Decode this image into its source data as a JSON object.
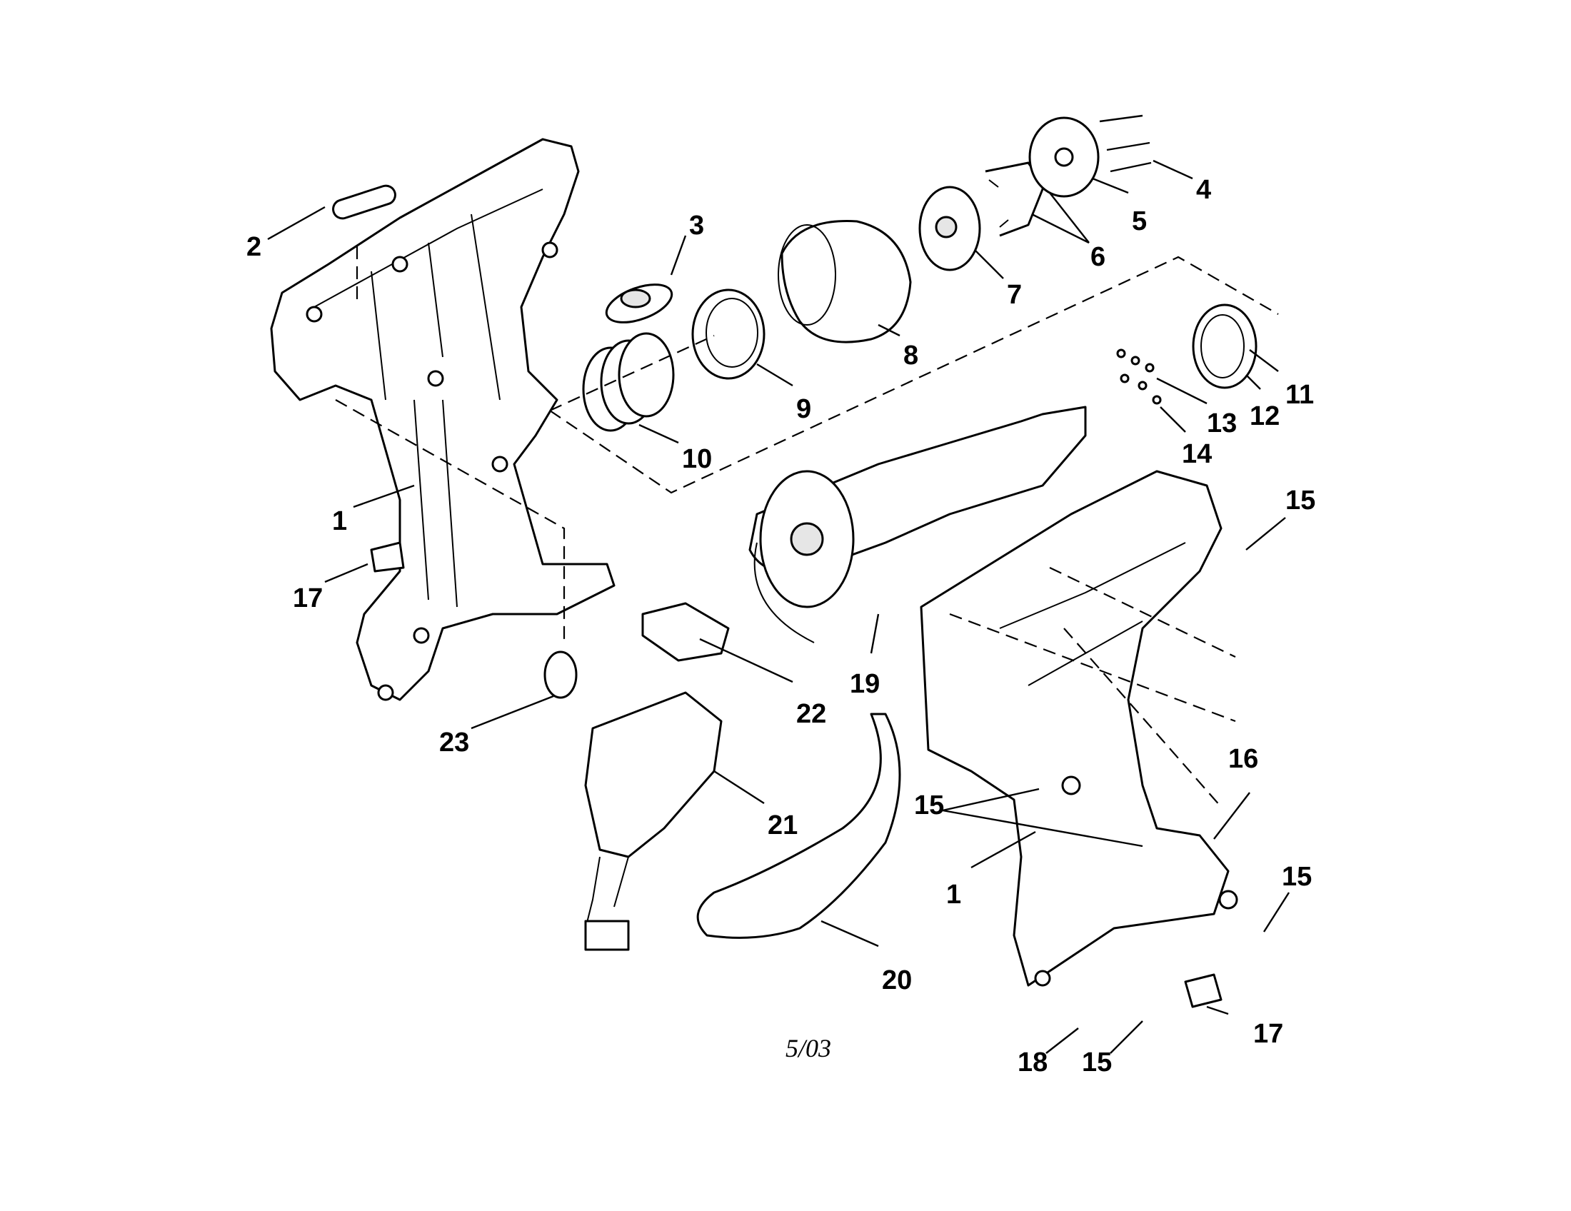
{
  "callouts": {
    "c1a": "1",
    "c1b": "1",
    "c2": "2",
    "c3": "3",
    "c4": "4",
    "c5": "5",
    "c6": "6",
    "c7": "7",
    "c8": "8",
    "c9": "9",
    "c10": "10",
    "c11": "11",
    "c12": "12",
    "c13": "13",
    "c14": "14",
    "c15a": "15",
    "c15b": "15",
    "c15c": "15",
    "c15d": "15",
    "c16": "16",
    "c17a": "17",
    "c17b": "17",
    "c18": "18",
    "c19": "19",
    "c20": "20",
    "c21": "21",
    "c22": "22",
    "c23": "23"
  },
  "footer": {
    "date": "5/03"
  }
}
